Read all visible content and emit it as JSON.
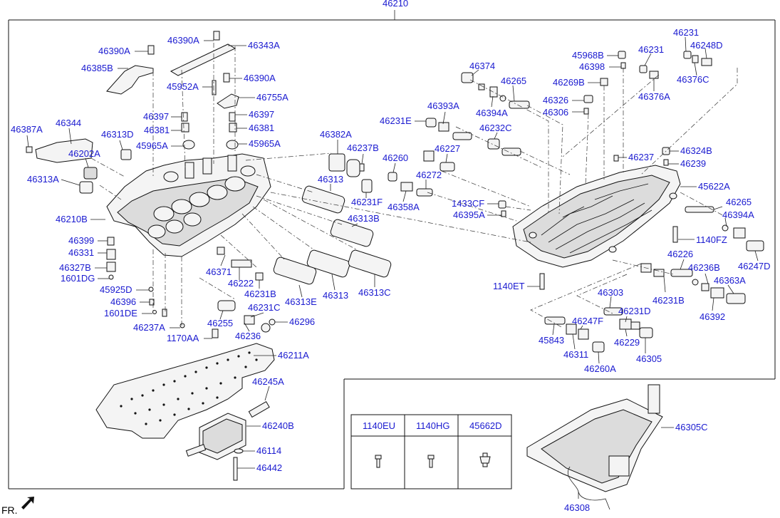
{
  "title": "46210",
  "direction_label": "FR.",
  "labels": {
    "46390A_1": "46390A",
    "46343A": "46343A",
    "46390A_2": "46390A",
    "46385B": "46385B",
    "46390A_3": "46390A",
    "45952A": "45952A",
    "46755A": "46755A",
    "46397_1": "46397",
    "46397_2": "46397",
    "46387A": "46387A",
    "46344": "46344",
    "46381_1": "46381",
    "46381_2": "46381",
    "46313D": "46313D",
    "45965A_1": "45965A",
    "45965A_2": "45965A",
    "46202A": "46202A",
    "46313A": "46313A",
    "46382A": "46382A",
    "46237B": "46237B",
    "46313_1": "46313",
    "46231F": "46231F",
    "46210B": "46210B",
    "46313B": "46313B",
    "46399": "46399",
    "46331": "46331",
    "46327B": "46327B",
    "1601DG": "1601DG",
    "46371": "46371",
    "46222": "46222",
    "45925D": "45925D",
    "46231B_1": "46231B",
    "46313E": "46313E",
    "46313_2": "46313",
    "46313C": "46313C",
    "46396": "46396",
    "46231C": "46231C",
    "1601DE": "1601DE",
    "46255": "46255",
    "46296": "46296",
    "46237A": "46237A",
    "46236": "46236",
    "1170AA": "1170AA",
    "46211A": "46211A",
    "46245A": "46245A",
    "46240B": "46240B",
    "46114": "46114",
    "46442": "46442",
    "46374": "46374",
    "46265_1": "46265",
    "46394A_1": "46394A",
    "46393A": "46393A",
    "46231E": "46231E",
    "46232C": "46232C",
    "46227": "46227",
    "46260": "46260",
    "46272": "46272",
    "46358A": "46358A",
    "1433CF": "1433CF",
    "46395A": "46395A",
    "45968B": "45968B",
    "46398": "46398",
    "46231_1": "46231",
    "46231_2": "46231",
    "46248D": "46248D",
    "46376C": "46376C",
    "46269B": "46269B",
    "46326": "46326",
    "46306": "46306",
    "46376A": "46376A",
    "46237": "46237",
    "46324B": "46324B",
    "46239": "46239",
    "45622A": "45622A",
    "46265_2": "46265",
    "46394A_2": "46394A",
    "1140FZ": "1140FZ",
    "46247D": "46247D",
    "46226": "46226",
    "46236B": "46236B",
    "46363A": "46363A",
    "1140ET": "1140ET",
    "46231B_2": "46231B",
    "46392": "46392",
    "46303": "46303",
    "46231D": "46231D",
    "46247F": "46247F",
    "45843": "45843",
    "46229": "46229",
    "46311": "46311",
    "46305": "46305",
    "46260A": "46260A",
    "46305C": "46305C",
    "46308": "46308"
  },
  "fastener_table": {
    "headers": [
      "1140EU",
      "1140HG",
      "45662D"
    ]
  }
}
